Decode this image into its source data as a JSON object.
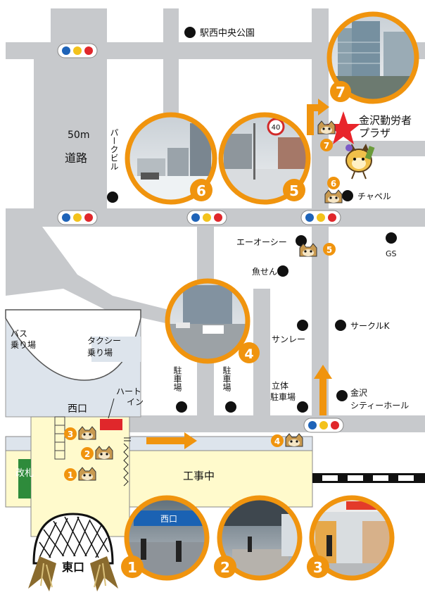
{
  "colors": {
    "road": "#c7c9cc",
    "station": "#fffacc",
    "platform": "#dde4ec",
    "orange": "#f0940e",
    "star": "#e8252b",
    "gate": "#2e8b3b",
    "signal_blue": "#1e63b8",
    "signal_yellow": "#f3c21b",
    "signal_red": "#e0272b"
  },
  "icons": {
    "landmark_dot": "black-circle",
    "traffic_light": "three-color-signal",
    "photo_marker": "cat-face-icon",
    "destination": "red-star-icon",
    "direction": "orange-arrow-icon",
    "mascot": "mascot-character"
  },
  "labels": {
    "park": "駅西中央公園",
    "road_width": "50m",
    "road_name": "道路",
    "park_building": "パークビル",
    "destination_line1": "金沢勤労者",
    "destination_line2": "プラザ",
    "chapel": "チャペル",
    "aosi": "エーオーシー",
    "gs": "GS",
    "uosen": "魚せん",
    "bus_line1": "バス",
    "bus_line2": "乗り場",
    "taxi_line1": "タクシー",
    "taxi_line2": "乗り場",
    "sunray": "サンレー",
    "circle_k": "サークルK",
    "parking1": "駐車場",
    "parking2": "駐車場",
    "rittai_line1": "立体",
    "rittai_line2": "駐車場",
    "hall_line1": "金沢",
    "hall_line2": "シティーホール",
    "west_exit": "西口",
    "heart_line1": "ハート",
    "heart_line2": "イン",
    "ticket_gate": "改札",
    "construction": "工事中",
    "east_exit": "東口"
  },
  "photos": [
    {
      "number": "1"
    },
    {
      "number": "2"
    },
    {
      "number": "3"
    },
    {
      "number": "4"
    },
    {
      "number": "5"
    },
    {
      "number": "6"
    },
    {
      "number": "7"
    }
  ],
  "markers": [
    {
      "number": "1"
    },
    {
      "number": "2"
    },
    {
      "number": "3"
    },
    {
      "number": "4"
    },
    {
      "number": "5"
    },
    {
      "number": "6"
    },
    {
      "number": "7"
    }
  ],
  "photo_signs": {
    "speed_limit": "40",
    "crosswalk_sign": "西口"
  }
}
